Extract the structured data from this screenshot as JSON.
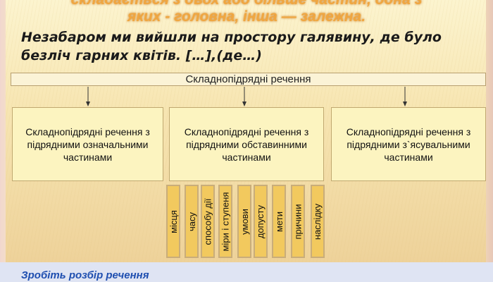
{
  "heading": {
    "line1": "складається з двох або більше частин, одна з",
    "line2": "яких -  головна, інша — залежна."
  },
  "sentence": {
    "line1": "Незабаром ми вийшли на простору галявину, де було",
    "line2": "безліч гарних квітів. […],(де…)"
  },
  "diagram": {
    "root": "Складнопідрядні речення",
    "types": [
      {
        "label": "Складнопідрядні речення з підрядними означальними частинами"
      },
      {
        "label": "Складнопідрядні речення з підрядними обставинними частинами"
      },
      {
        "label": "Складнопідрядні речення з підрядними з`ясувальними частинами"
      }
    ],
    "adverbial_subtypes": [
      "місця",
      "часу",
      "способу дії",
      "міри і ступеня",
      "умови",
      "допусту",
      "мети",
      "причини",
      "наслідку"
    ]
  },
  "task": "Зробіть розбір речення"
}
